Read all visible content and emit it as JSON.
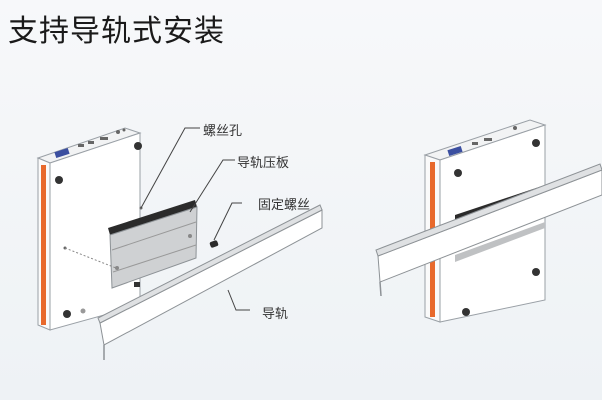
{
  "title": "支持导轨式安装",
  "labels": {
    "screw_hole": "螺丝孔",
    "rail_clamp": "导轨压板",
    "fixing_screw": "固定螺丝",
    "rail": "导轨"
  },
  "colors": {
    "accent_stripe": "#e8692c",
    "background": "#eef2f5",
    "device_body": "#ffffff",
    "outline": "#9aa0a6",
    "clamp_plate": "#c8cacc",
    "vga_port": "#3b4fa0"
  }
}
